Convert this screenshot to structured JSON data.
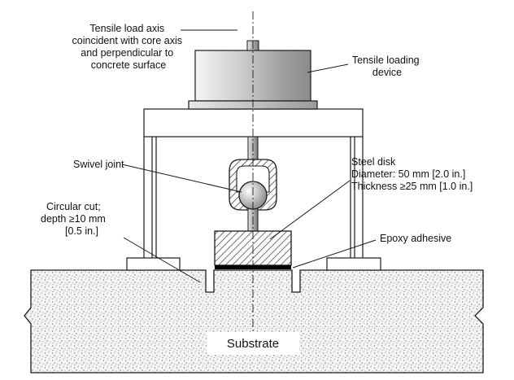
{
  "labels": {
    "tensile_axis": [
      "Tensile load axis",
      "coincident with core axis",
      "and perpendicular to",
      "concrete surface"
    ],
    "loading_device": [
      "Tensile loading",
      "device"
    ],
    "swivel_joint": "Swivel joint",
    "steel_disk": [
      "Steel disk",
      "Diameter: 50 mm [2.0 in.]",
      "Thickness ≥25 mm [1.0 in.]"
    ],
    "circular_cut": [
      "Circular cut;",
      "depth ≥10 mm",
      "[0.5 in.]"
    ],
    "epoxy": "Epoxy adhesive",
    "substrate": "Substrate"
  },
  "colors": {
    "line": "#1a1a1a",
    "background": "#ffffff",
    "device_gradient": [
      "#f4f4f4",
      "#8c8c8c"
    ],
    "epoxy": "#000000"
  },
  "icons": {
    "substrate_texture": "stipple-pattern",
    "disk_texture": "diagonal-hatch"
  }
}
